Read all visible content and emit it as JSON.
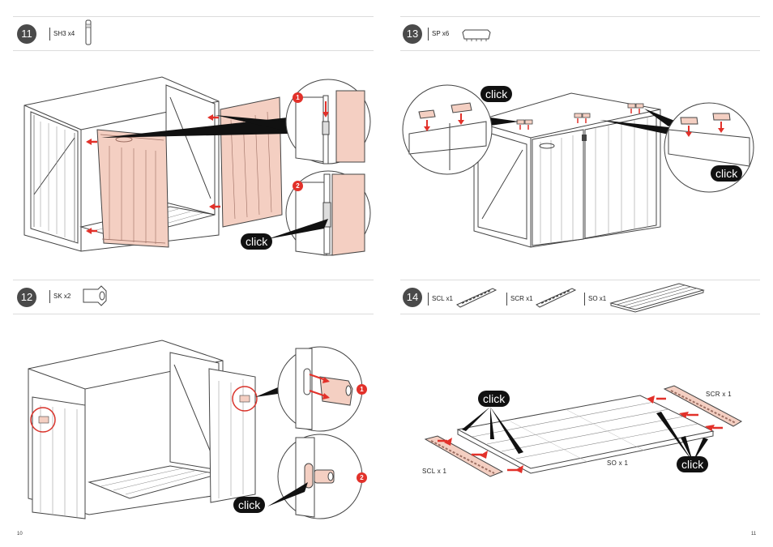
{
  "pages": {
    "left_number": "10",
    "right_number": "11"
  },
  "steps": [
    {
      "number": "11",
      "parts": [
        {
          "label": "SH3 x4",
          "icon": "pin-icon"
        }
      ],
      "callouts": [
        "1",
        "2"
      ],
      "click_label": "click"
    },
    {
      "number": "12",
      "parts": [
        {
          "label": "SK x2",
          "icon": "bracket-icon"
        }
      ],
      "callouts": [
        "1",
        "2"
      ],
      "click_label": "click"
    },
    {
      "number": "13",
      "parts": [
        {
          "label": "SP x6",
          "icon": "connector-icon"
        }
      ],
      "click_labels": [
        "click",
        "click"
      ]
    },
    {
      "number": "14",
      "parts": [
        {
          "label": "SCL x1",
          "icon": "rail-left-icon"
        },
        {
          "label": "SCR x1",
          "icon": "rail-right-icon"
        },
        {
          "label": "SO x1",
          "icon": "floor-panel-icon"
        }
      ],
      "figure_labels": {
        "scr": "SCR x 1",
        "scl": "SCL x 1",
        "so": "SO x 1"
      },
      "click_labels": [
        "click",
        "click"
      ]
    }
  ],
  "colors": {
    "highlight": "#f4cfc2",
    "arrow": "#e2312a",
    "line": "#444444",
    "circle": "#d9332b"
  }
}
